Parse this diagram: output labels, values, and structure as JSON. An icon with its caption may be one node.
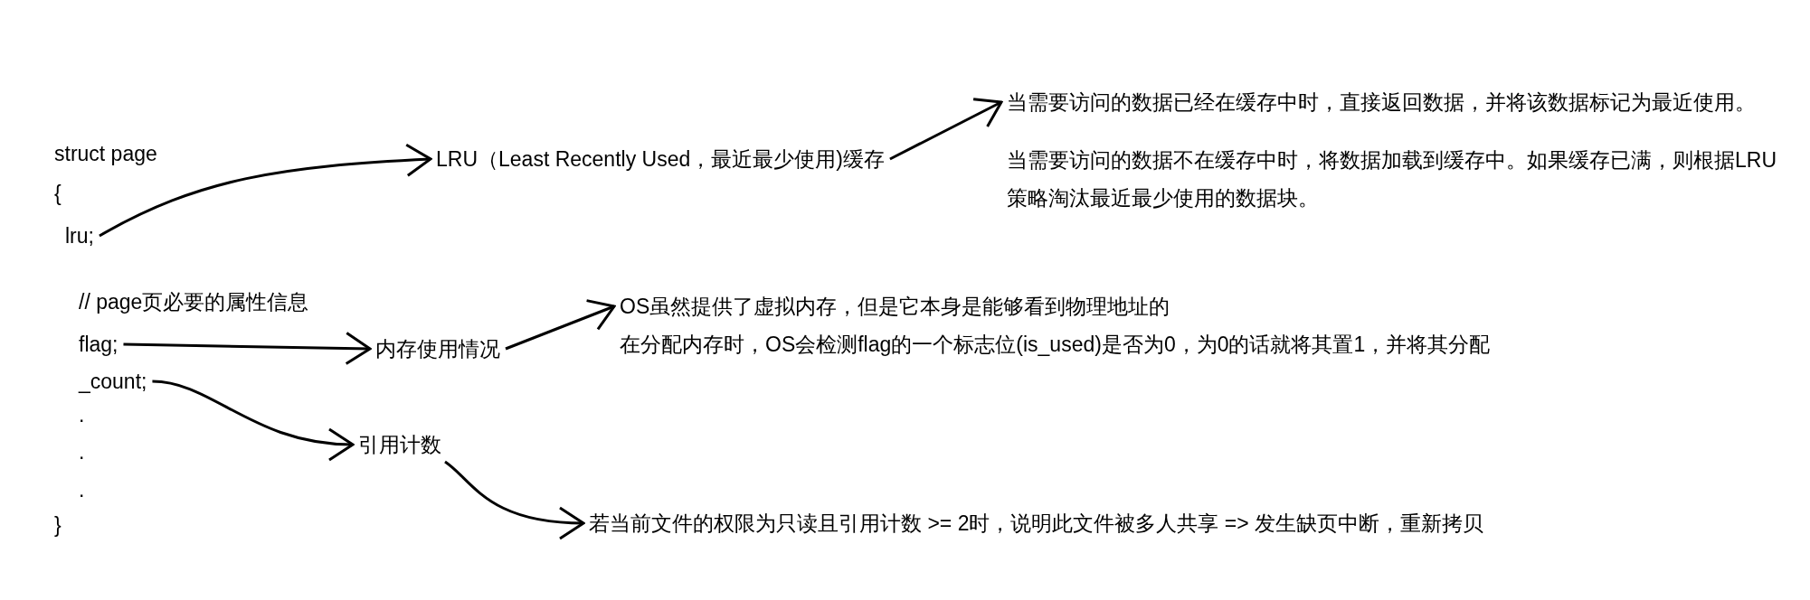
{
  "diagram": {
    "nodes": [
      {
        "text": [
          "lru;"
        ]
      },
      {
        "text": [
          "LRU（Least Recently Used，最近最少使用)缓存"
        ]
      },
      {
        "text": [
          "当需要访问的数据已经在缓存中时，直接返回数据，并将该数据标记为最近使用。",
          "当需要访问的数据不在缓存中时，将数据加载到缓存中。如果缓存已满，则根据LRU策略淘汰最近最少使用的数据块。"
        ]
      },
      {
        "text": [
          "flag;"
        ]
      },
      {
        "text": [
          "内存使用情况"
        ]
      },
      {
        "text": [
          "OS虽然提供了虚拟内存，但是它本身是能够看到物理地址的",
          "在分配内存时，OS会检测flag的一个标志位(is_used)是否为0，为0的话就将其置1，并将其分配"
        ]
      },
      {
        "text": [
          "_count;"
        ]
      },
      {
        "text": [
          "引用计数"
        ]
      },
      {
        "text": [
          "若当前文件的权限为只读且引用计数 >= 2时，说明此文件被多人共享 => 发生缺页中断，重新拷贝"
        ]
      }
    ],
    "edges": [
      {
        "from": 0,
        "to": 1,
        "arrow": "to"
      },
      {
        "from": 1,
        "to": 2,
        "arrow": "to"
      },
      {
        "from": 3,
        "to": 4,
        "arrow": "to"
      },
      {
        "from": 4,
        "to": 5,
        "arrow": "to"
      },
      {
        "from": 6,
        "to": 7,
        "arrow": "to"
      },
      {
        "from": 7,
        "to": 8,
        "arrow": "to"
      }
    ],
    "labels": [
      "struct page",
      "{",
      "// page页必要的属性信息",
      ".",
      ".",
      ".",
      "}"
    ]
  }
}
